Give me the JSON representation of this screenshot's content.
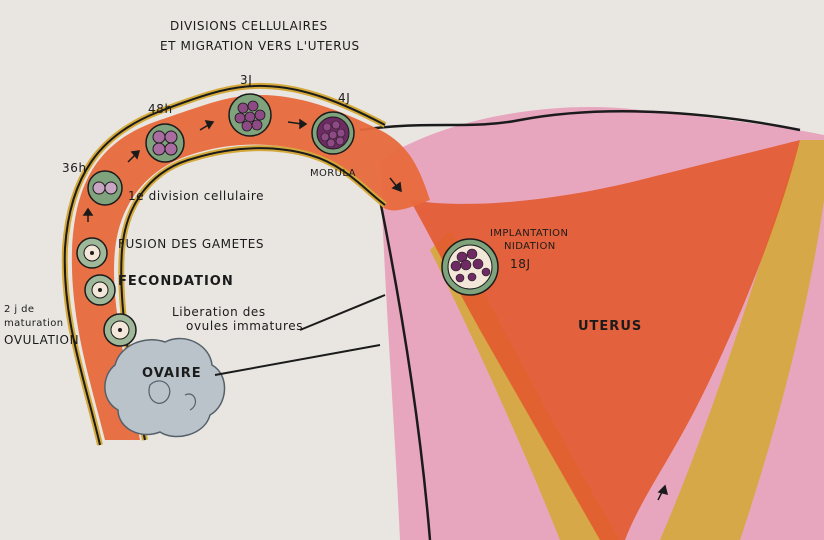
{
  "title": {
    "line1": "DIVISIONS CELLULAIRES",
    "line2": "ET MIGRATION VERS L'UTERUS"
  },
  "labels": {
    "h36": "36h",
    "h48": "48h",
    "j3": "3J",
    "j4": "4J",
    "morula": "MORULA",
    "first_division": "1e division cellulaire",
    "fusion": "FUSION DES GAMETES",
    "fecondation": "FECONDATION",
    "maturation_1": "2 j de",
    "maturation_2": "maturation",
    "ovulation": "OVULATION",
    "liberation_1": "Liberation des",
    "liberation_2": "ovules immatures",
    "ovaire": "OVAIRE",
    "implantation_1": "IMPLANTATION",
    "implantation_2": "NIDATION",
    "j18": "18J",
    "uterus": "UTERUS"
  },
  "colors": {
    "paper": "#e9e6e1",
    "tube_orange": "#e8693c",
    "uterus_orange": "#e25a2e",
    "wall_pink": "#e79ab7",
    "muscle_yellow": "#d4a93a",
    "ovary_gray": "#b9c3c9",
    "cell_green": "#7fa37c",
    "cell_purple": "#6e2a63",
    "ink": "#1b1b1b"
  }
}
